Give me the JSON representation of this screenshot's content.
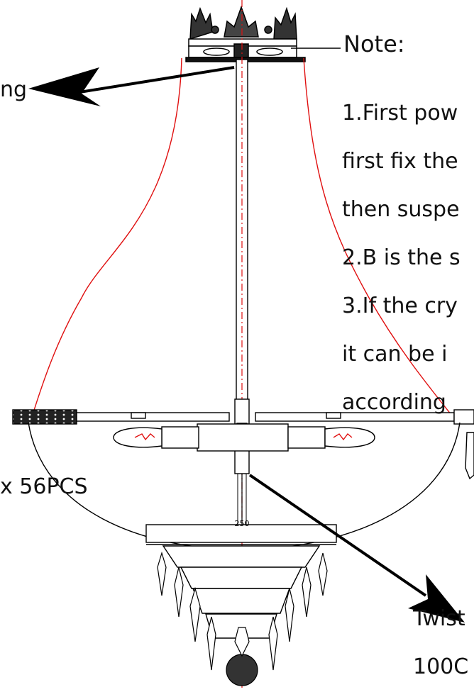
{
  "note": {
    "heading": "Note:",
    "lines": [
      "1.First pow",
      "first fix the",
      "then suspe",
      "2.B is the s",
      "3.If the cry",
      "it can be i",
      "according"
    ]
  },
  "labels": {
    "left_top_fragment": "ng",
    "left_crystal_count": "x 56PCS",
    "center_dimension": "250",
    "right_twist_fragment": "Twist",
    "right_length_fragment": "100C"
  },
  "colors": {
    "line": "#000000",
    "red_line": "#e01010",
    "background": "#ffffff"
  }
}
